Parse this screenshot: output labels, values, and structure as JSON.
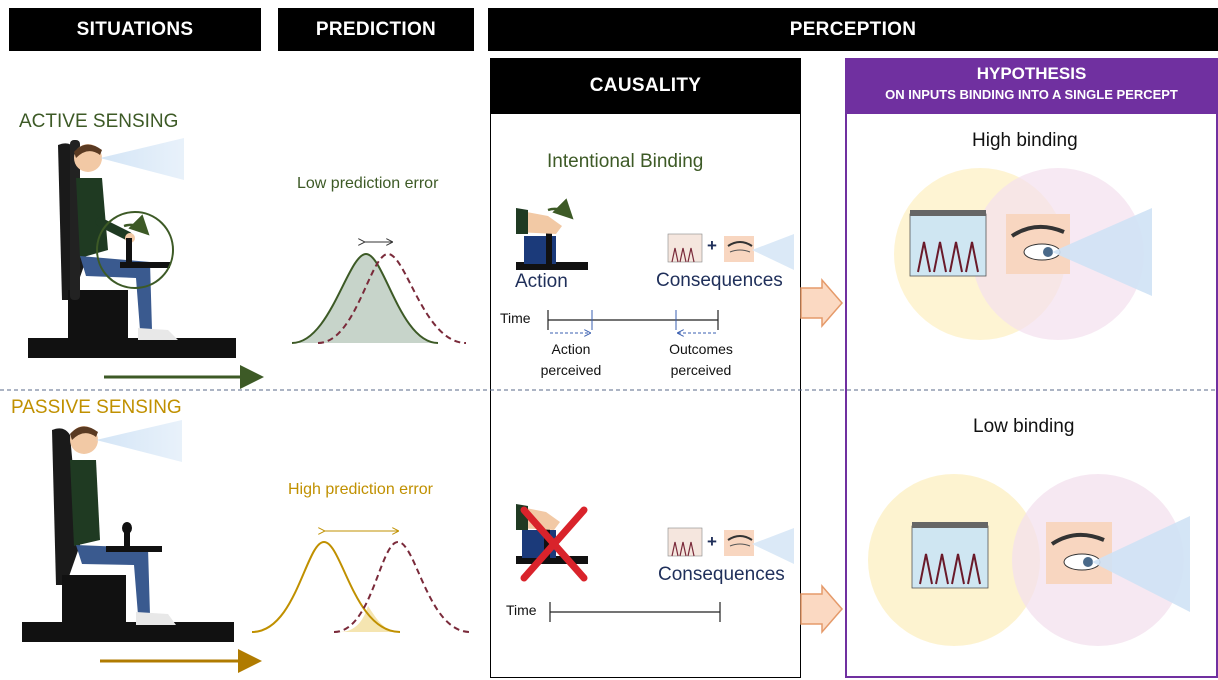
{
  "headers": {
    "situations": "SITUATIONS",
    "prediction": "PREDICTION",
    "perception": "PERCEPTION",
    "causality": "CAUSALITY",
    "hypothesis_title": "HYPOTHESIS",
    "hypothesis_subtitle": "ON INPUTS BINDING INTO A SINGLE PERCEPT"
  },
  "active": {
    "label": "ACTIVE SENSING",
    "prediction_error": "Low prediction error",
    "binding_title": "Intentional Binding",
    "action": "Action",
    "consequences": "Consequences",
    "time": "Time",
    "action_perceived": [
      "Action",
      "perceived"
    ],
    "outcomes_perceived": [
      "Outcomes",
      "perceived"
    ],
    "binding_level": "High binding"
  },
  "passive": {
    "label": "PASSIVE SENSING",
    "prediction_error": "High prediction error",
    "consequences": "Consequences",
    "time": "Time",
    "binding_level": "Low binding"
  },
  "plus_sign": "+",
  "colors": {
    "active": "#3d5a26",
    "passive": "#c09000",
    "hypothesis_border": "#7030a0",
    "hypothesis_header": "#7030a0",
    "dashed_curve": "#7a2a3a",
    "navy_text": "#1f2f5a",
    "arrow_fill": "#fbd9c2",
    "arrow_stroke": "#e59a6a",
    "veto_cross": "#d9232b"
  }
}
